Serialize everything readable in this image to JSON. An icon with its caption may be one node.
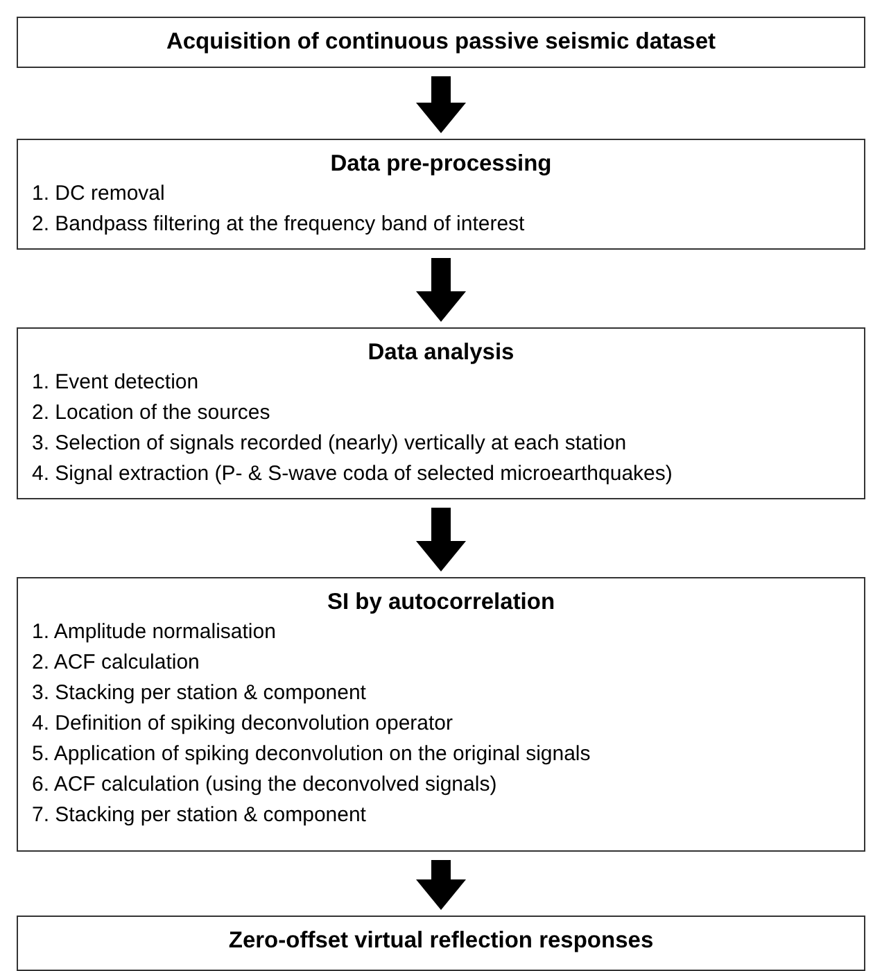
{
  "diagram": {
    "nodes": [
      {
        "text": [
          "Acquisition of continuous passive seismic dataset"
        ]
      },
      {
        "text": [
          "Data pre-processing",
          "1. DC removal",
          "2. Bandpass filtering at the frequency band of interest"
        ]
      },
      {
        "text": [
          "Data analysis",
          "1. Event detection",
          "2. Location of the sources",
          "3. Selection of signals recorded (nearly) vertically at each station",
          "4. Signal extraction (P- & S-wave coda of selected microearthquakes)"
        ]
      },
      {
        "text": [
          "SI by autocorrelation",
          "1. Amplitude normalisation",
          "2. ACF calculation",
          "3. Stacking per station & component",
          "4. Definition of spiking deconvolution operator",
          "5. Application of spiking deconvolution on the original signals",
          "6. ACF calculation (using the deconvolved signals)",
          "7. Stacking per station & component"
        ]
      },
      {
        "text": [
          "Zero-offset virtual reflection responses"
        ]
      }
    ],
    "edges": [
      {
        "from": 0,
        "to": 1,
        "arrow": "to"
      },
      {
        "from": 1,
        "to": 2,
        "arrow": "to"
      },
      {
        "from": 2,
        "to": 3,
        "arrow": "to"
      },
      {
        "from": 3,
        "to": 4,
        "arrow": "to"
      }
    ]
  }
}
